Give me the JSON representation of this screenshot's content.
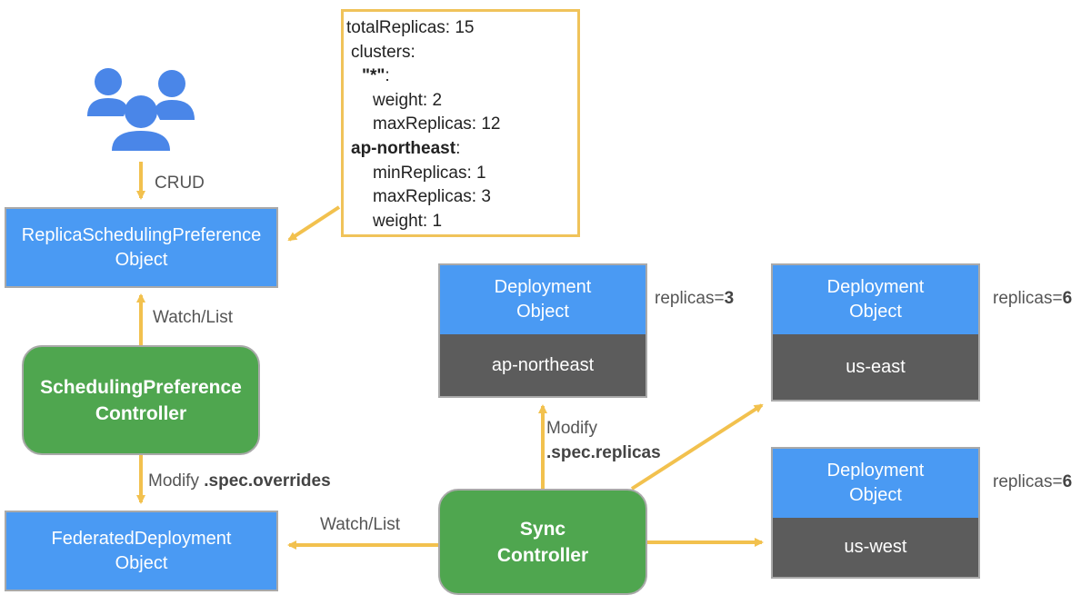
{
  "users_icon": "users-group-icon",
  "colors": {
    "arrow": "#f2c14e",
    "blue_box": "#4a9af3",
    "green_box": "#4fa64f",
    "cluster_box": "#5c5c5c",
    "yaml_border": "#f0c35a"
  },
  "labels": {
    "crud": "CRUD",
    "watch_list_left": "Watch/List",
    "modify_overrides_prefix": "Modify",
    "modify_overrides_field": ".spec.overrides",
    "watch_list_bottom": "Watch/List",
    "modify_replicas_prefix": "Modify",
    "modify_replicas_field": ".spec.replicas"
  },
  "replica_pref": {
    "line1": "ReplicaSchedulingPreference",
    "line2": "Object"
  },
  "sched_controller": {
    "line1": "SchedulingPreference",
    "line2": "Controller"
  },
  "federated": {
    "line1": "FederatedDeployment",
    "line2": "Object"
  },
  "sync_controller": {
    "line1": "Sync",
    "line2": "Controller"
  },
  "yaml": {
    "l1": "totalReplicas: 15",
    "l2": "clusters:",
    "l3_key": "\"*\"",
    "l3_colon": ":",
    "l4": "weight: 2",
    "l5": "maxReplicas: 12",
    "l6_key": "ap-northeast",
    "l6_colon": ":",
    "l7": "minReplicas: 1",
    "l8": "maxReplicas: 3",
    "l9": "weight: 1"
  },
  "deployments": [
    {
      "line1": "Deployment",
      "line2": "Object",
      "cluster": "ap-northeast",
      "replicas_prefix": "replicas=",
      "replicas_value": "3"
    },
    {
      "line1": "Deployment",
      "line2": "Object",
      "cluster": "us-east",
      "replicas_prefix": "replicas=",
      "replicas_value": "6"
    },
    {
      "line1": "Deployment",
      "line2": "Object",
      "cluster": "us-west",
      "replicas_prefix": "replicas=",
      "replicas_value": "6"
    }
  ]
}
